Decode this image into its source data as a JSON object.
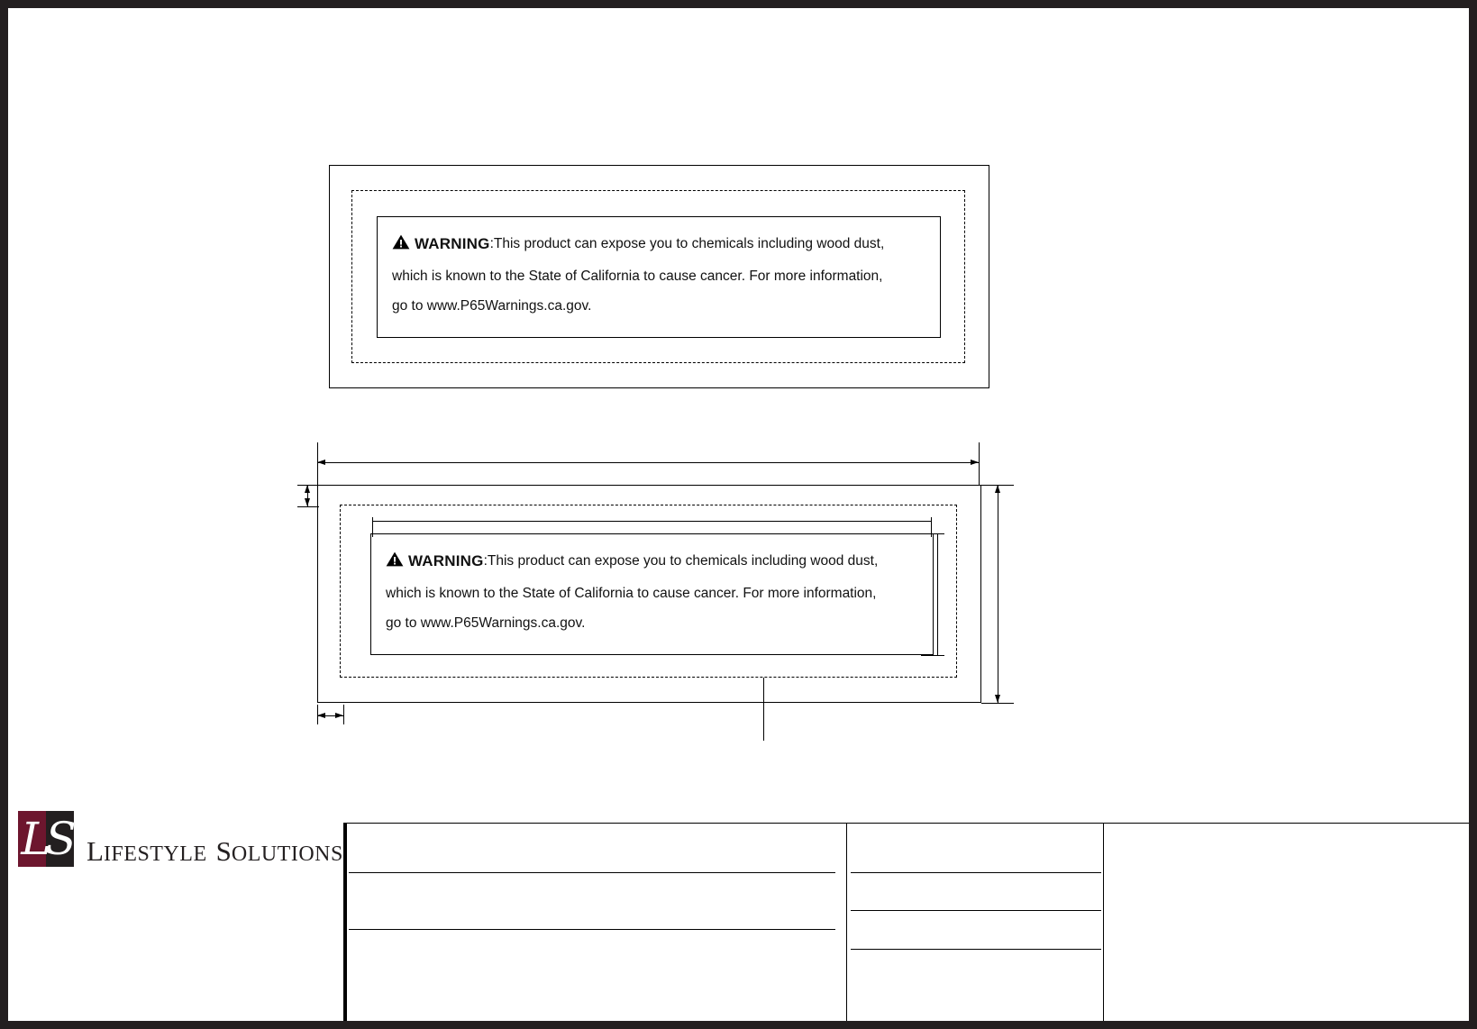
{
  "document": {
    "type": "engineering-drawing",
    "sheet_background": "#ffffff",
    "frame_color": "#231f20"
  },
  "warning_label": {
    "icon": "warning-triangle-icon",
    "heading": "WARNING",
    "colon": ":",
    "line1_rest": " This product can expose you to chemicals including wood dust,",
    "line2": "which is known to the State of California to cause cancer. For more information,",
    "line3": "go to www.P65Warnings.ca.gov.",
    "full_text": "WARNING: This product can expose you to chemicals including wood dust, which is known to the State of California to cause cancer. For more information, go to www.P65Warnings.ca.gov.",
    "url": "www.P65Warnings.ca.gov"
  },
  "views": {
    "top_view": {
      "name": "label-view-plain",
      "has_dimensions": false
    },
    "bottom_view": {
      "name": "label-view-dimensioned",
      "has_dimensions": true,
      "dimension_callouts": {
        "overall_width": "",
        "overall_height": "",
        "top_margin": "",
        "left_margin": "",
        "inner_width": "",
        "inner_height": "",
        "leader_note": ""
      }
    }
  },
  "logo": {
    "monogram": "LS",
    "word_life": "L",
    "word_ifestyle": "IFESTYLE",
    "word_s": "S",
    "word_olutions": "OLUTIONS",
    "registered": "•",
    "full_name": "LIFESTYLE SOLUTIONS",
    "mark_color_left": "#6d162e",
    "mark_color_right": "#231f20",
    "text_color": "#231f20"
  },
  "title_block": {
    "left_column": {
      "row1": "",
      "row2": "",
      "row3": "",
      "row4": ""
    },
    "middle_column": {
      "row1": "",
      "row2": "",
      "row3": "",
      "row4": ""
    },
    "right_column": {
      "row1": ""
    }
  }
}
